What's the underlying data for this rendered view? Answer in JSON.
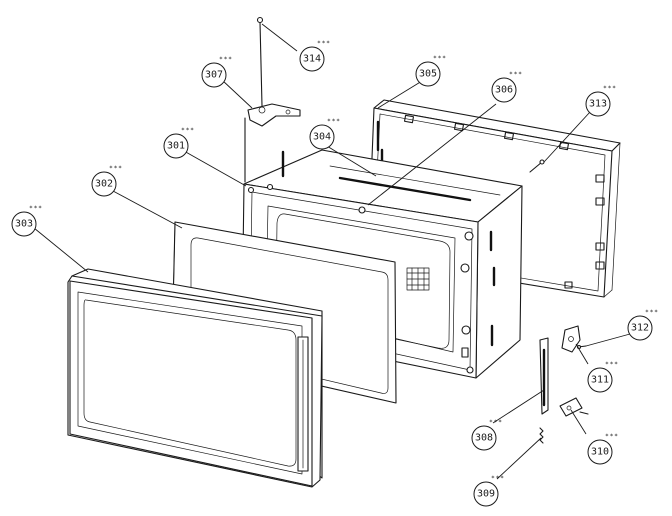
{
  "callouts": [
    {
      "id": "303",
      "label": "303",
      "note": "***"
    },
    {
      "id": "302",
      "label": "302",
      "note": "***"
    },
    {
      "id": "301",
      "label": "301",
      "note": "***"
    },
    {
      "id": "307",
      "label": "307",
      "note": "***"
    },
    {
      "id": "314",
      "label": "314",
      "note": "***"
    },
    {
      "id": "304",
      "label": "304",
      "note": "***"
    },
    {
      "id": "305",
      "label": "305",
      "note": "***"
    },
    {
      "id": "306",
      "label": "306",
      "note": "***"
    },
    {
      "id": "313",
      "label": "313",
      "note": "***"
    },
    {
      "id": "312",
      "label": "312",
      "note": "***"
    },
    {
      "id": "311",
      "label": "311",
      "note": "***"
    },
    {
      "id": "310",
      "label": "310",
      "note": "***"
    },
    {
      "id": "308",
      "label": "308",
      "note": "***"
    },
    {
      "id": "309",
      "label": "309",
      "note": "***"
    }
  ]
}
